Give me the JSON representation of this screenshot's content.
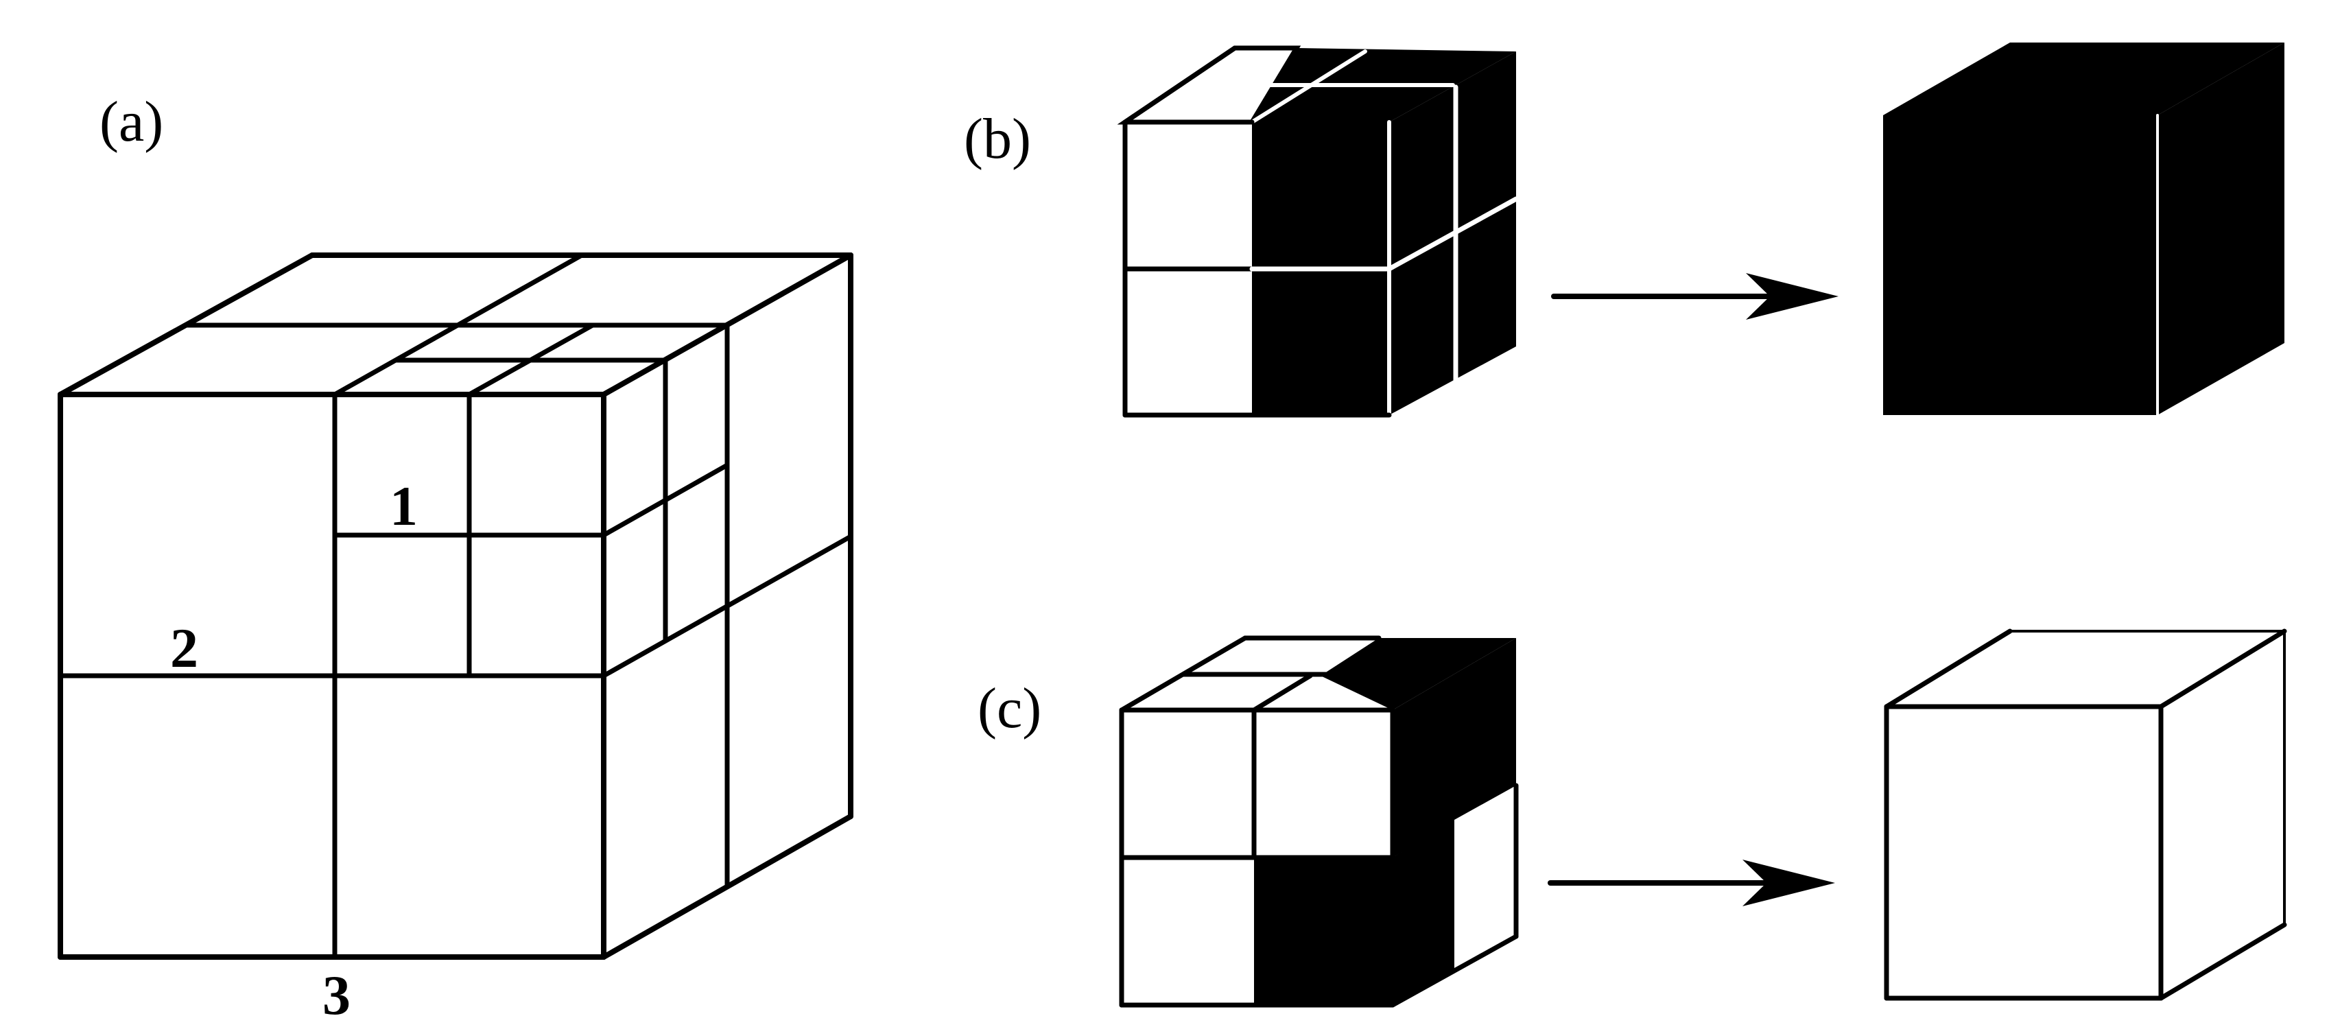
{
  "panels": {
    "a": {
      "label": "(a)",
      "cut_labels": [
        "1",
        "2",
        "3"
      ]
    },
    "b": {
      "label": "(b)",
      "shown_colors": {
        "left_cube_front_left": "#ffffff",
        "left_cube_rest": "#000000",
        "result_cube": "#000000"
      }
    },
    "c": {
      "label": "(c)",
      "shown_colors": {
        "left_cube_mixed": [
          "#ffffff",
          "#000000"
        ],
        "result_cube": "#ffffff"
      }
    }
  },
  "icons": [
    "arrow-right-icon",
    "arrow-right-icon"
  ],
  "colors": {
    "black": "#000000",
    "white": "#ffffff"
  }
}
